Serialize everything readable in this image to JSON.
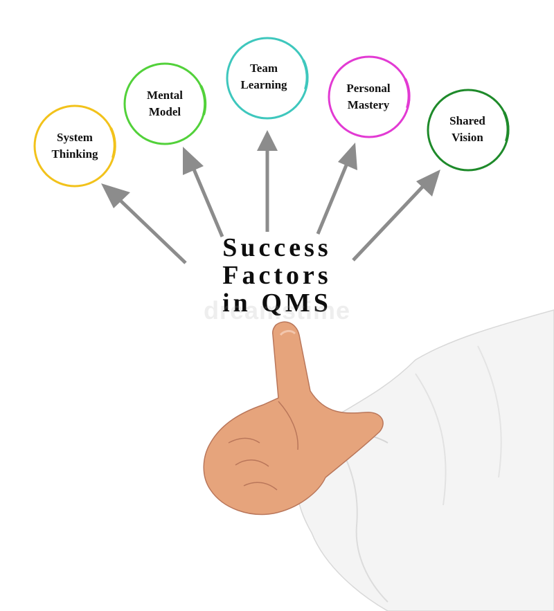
{
  "title_lines": [
    "Success",
    "Factors",
    "in QMS"
  ],
  "watermark": "dreamstime",
  "circles": [
    {
      "lines": [
        "System",
        "Thinking"
      ],
      "color": "#f2c21b"
    },
    {
      "lines": [
        "Mental",
        "Model"
      ],
      "color": "#52d13a"
    },
    {
      "lines": [
        "Team",
        "Learning"
      ],
      "color": "#3ec7bd"
    },
    {
      "lines": [
        "Personal",
        "Mastery"
      ],
      "color": "#e23ad3"
    },
    {
      "lines": [
        "Shared",
        "Vision"
      ],
      "color": "#1e8a2a"
    }
  ],
  "arrow_color": "#8c8c8c",
  "illustration": {
    "hand_icon": "pointing-hand",
    "sleeve_color": "#f4f4f4",
    "skin_color": "#e6a47c"
  }
}
